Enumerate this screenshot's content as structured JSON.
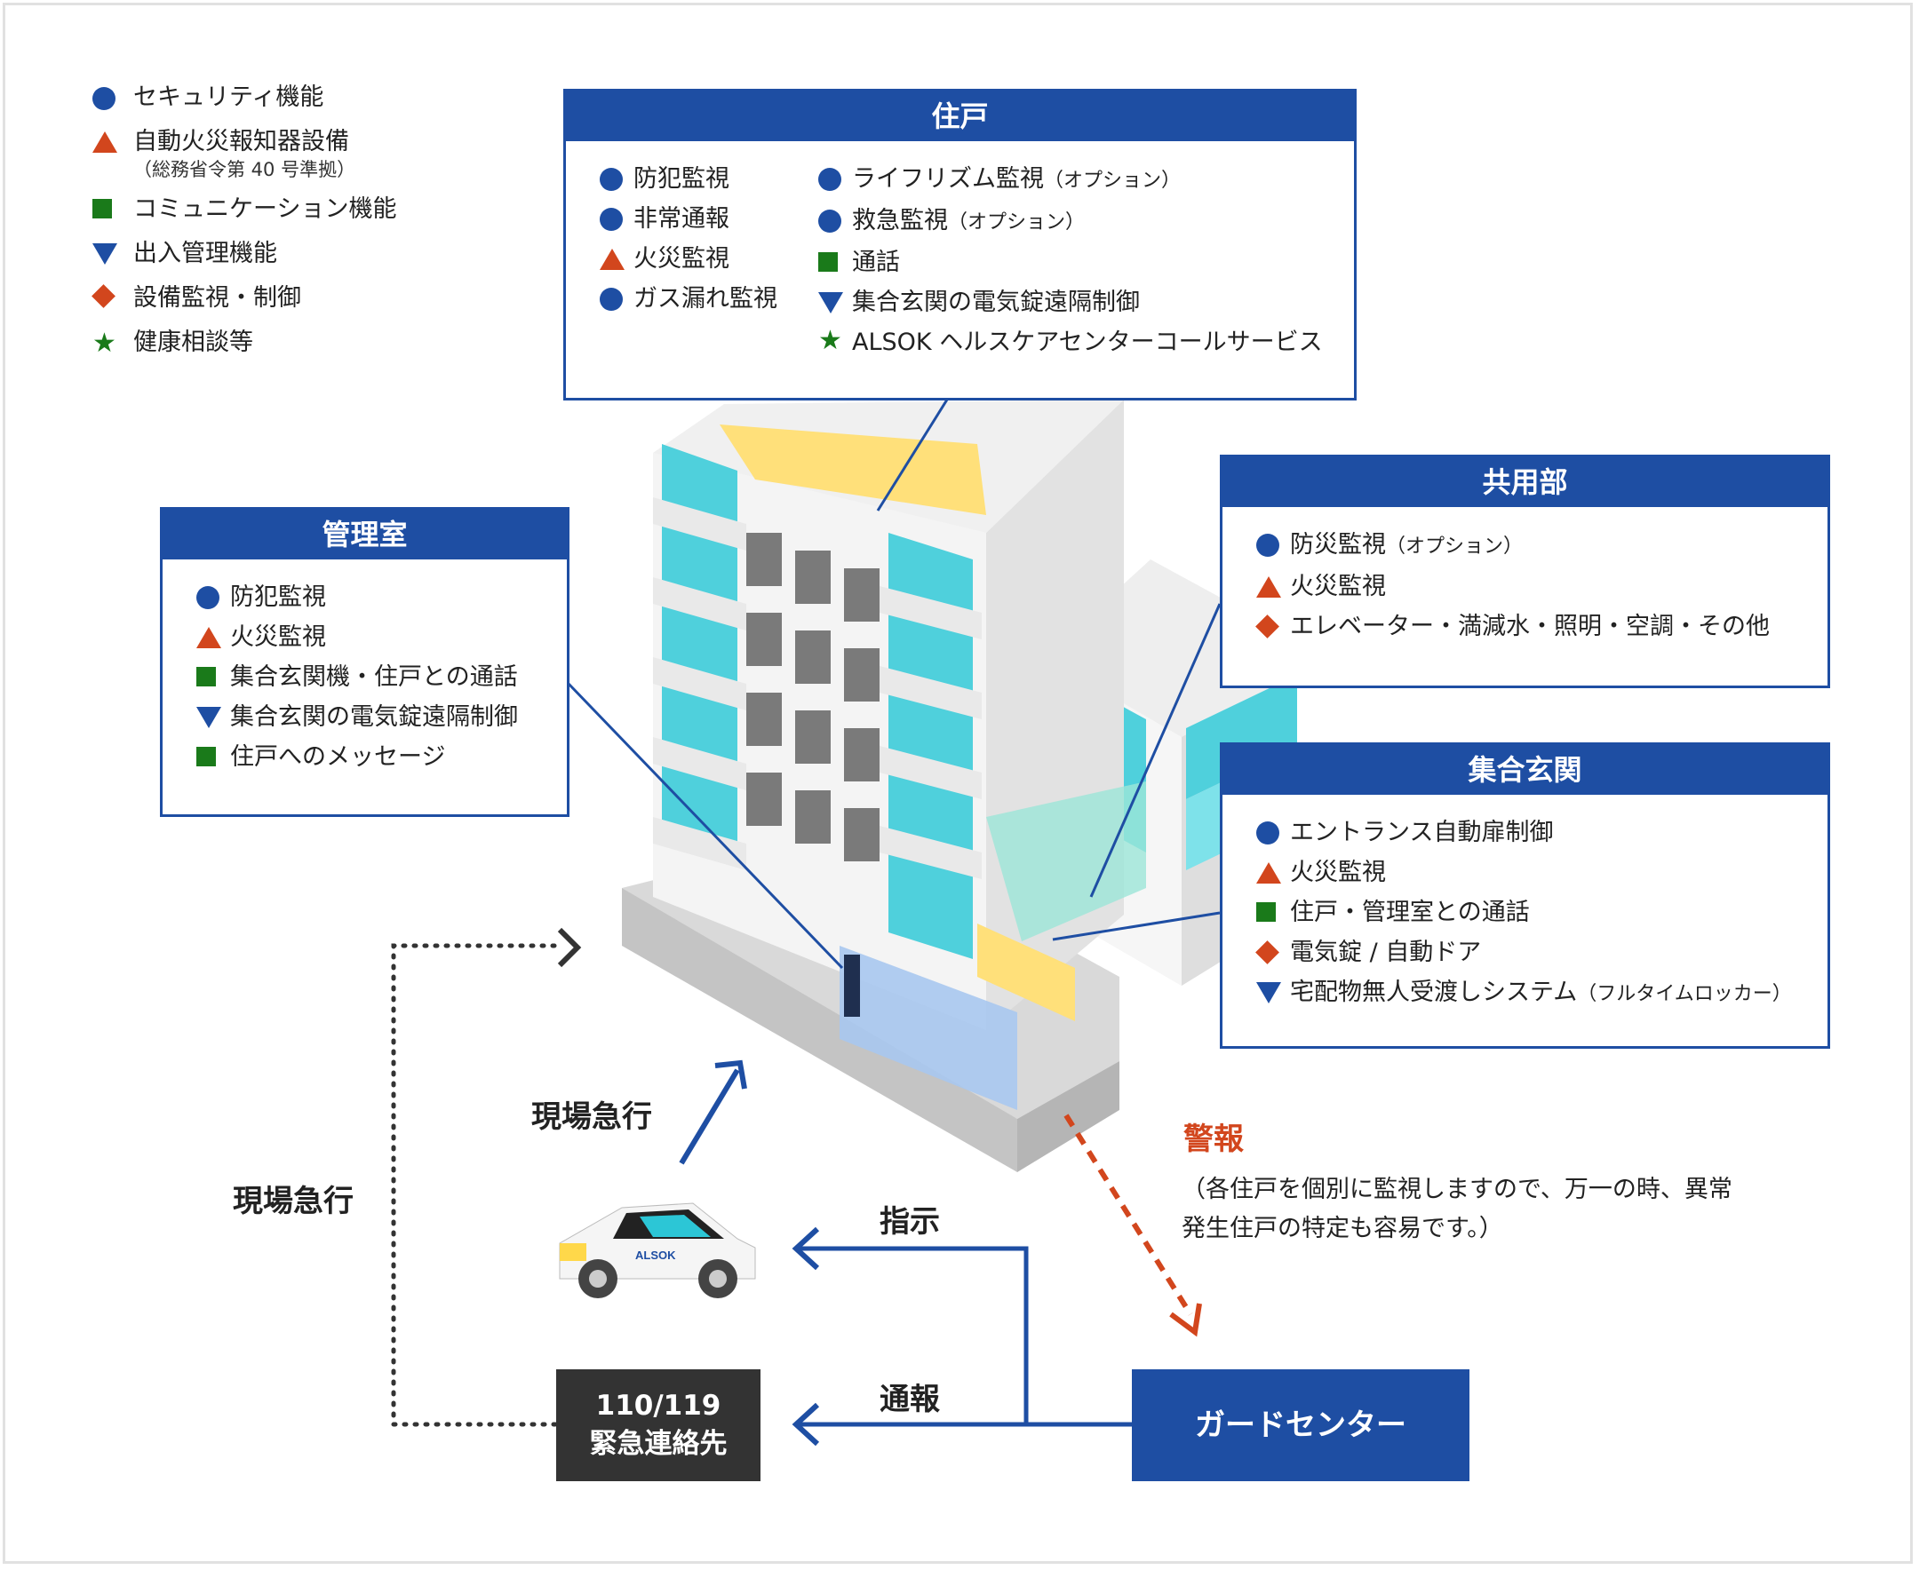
{
  "legend": [
    {
      "icon": "circle",
      "label": "セキュリティ機能"
    },
    {
      "icon": "tri-up",
      "label": "自動火災報知器設備",
      "sub": "（総務省令第 40 号準拠）"
    },
    {
      "icon": "square",
      "label": "コミュニケーション機能"
    },
    {
      "icon": "tri-down",
      "label": "出入管理機能"
    },
    {
      "icon": "diamond",
      "label": "設備監視・制御"
    },
    {
      "icon": "star",
      "label": "健康相談等"
    }
  ],
  "jutaku": {
    "title": "住戸",
    "col1": [
      {
        "icon": "circle",
        "label": "防犯監視"
      },
      {
        "icon": "circle",
        "label": "非常通報"
      },
      {
        "icon": "tri-up",
        "label": "火災監視"
      },
      {
        "icon": "circle",
        "label": "ガス漏れ監視"
      }
    ],
    "col2": [
      {
        "icon": "circle",
        "label": "ライフリズム監視",
        "note": "（オプション）"
      },
      {
        "icon": "circle",
        "label": "救急監視",
        "note": "（オプション）"
      },
      {
        "icon": "square",
        "label": "通話"
      },
      {
        "icon": "tri-down",
        "label": "集合玄関の電気錠遠隔制御"
      },
      {
        "icon": "star",
        "label": "ALSOK ヘルスケアセンターコールサービス"
      }
    ]
  },
  "kanri": {
    "title": "管理室",
    "items": [
      {
        "icon": "circle",
        "label": "防犯監視"
      },
      {
        "icon": "tri-up",
        "label": "火災監視"
      },
      {
        "icon": "square",
        "label": "集合玄関機・住戸との通話"
      },
      {
        "icon": "tri-down",
        "label": "集合玄関の電気錠遠隔制御"
      },
      {
        "icon": "square",
        "label": "住戸へのメッセージ"
      }
    ]
  },
  "kyoyo": {
    "title": "共用部",
    "items": [
      {
        "icon": "circle",
        "label": "防災監視",
        "note": "（オプション）"
      },
      {
        "icon": "tri-up",
        "label": "火災監視"
      },
      {
        "icon": "diamond",
        "label": "エレベーター・満減水・照明・空調・その他"
      }
    ]
  },
  "genkan": {
    "title": "集合玄関",
    "items": [
      {
        "icon": "circle",
        "label": "エントランス自動扉制御"
      },
      {
        "icon": "tri-up",
        "label": "火災監視"
      },
      {
        "icon": "square",
        "label": "住戸・管理室との通話"
      },
      {
        "icon": "diamond",
        "label": "電気錠 / 自動ドア"
      },
      {
        "icon": "tri-down",
        "label": "宅配物無人受渡しシステム",
        "note": "（フルタイムロッカー）"
      }
    ]
  },
  "labels": {
    "rush_left": "現場急行",
    "rush_car": "現場急行",
    "instruct": "指示",
    "report": "通報",
    "alarm_title": "警報",
    "alarm_note": "（各住戸を個別に監視しますので、万一の時、異常発生住戸の特定も容易です。）",
    "guard_center": "ガードセンター",
    "emergency_line1": "110/119",
    "emergency_line2": "緊急連絡先",
    "car_logo": "ALSOK"
  },
  "colors": {
    "brand_blue": "#1e4ea3",
    "alert_orange": "#d2461d",
    "comm_green": "#1a7a1a",
    "dark_box": "#333333"
  }
}
